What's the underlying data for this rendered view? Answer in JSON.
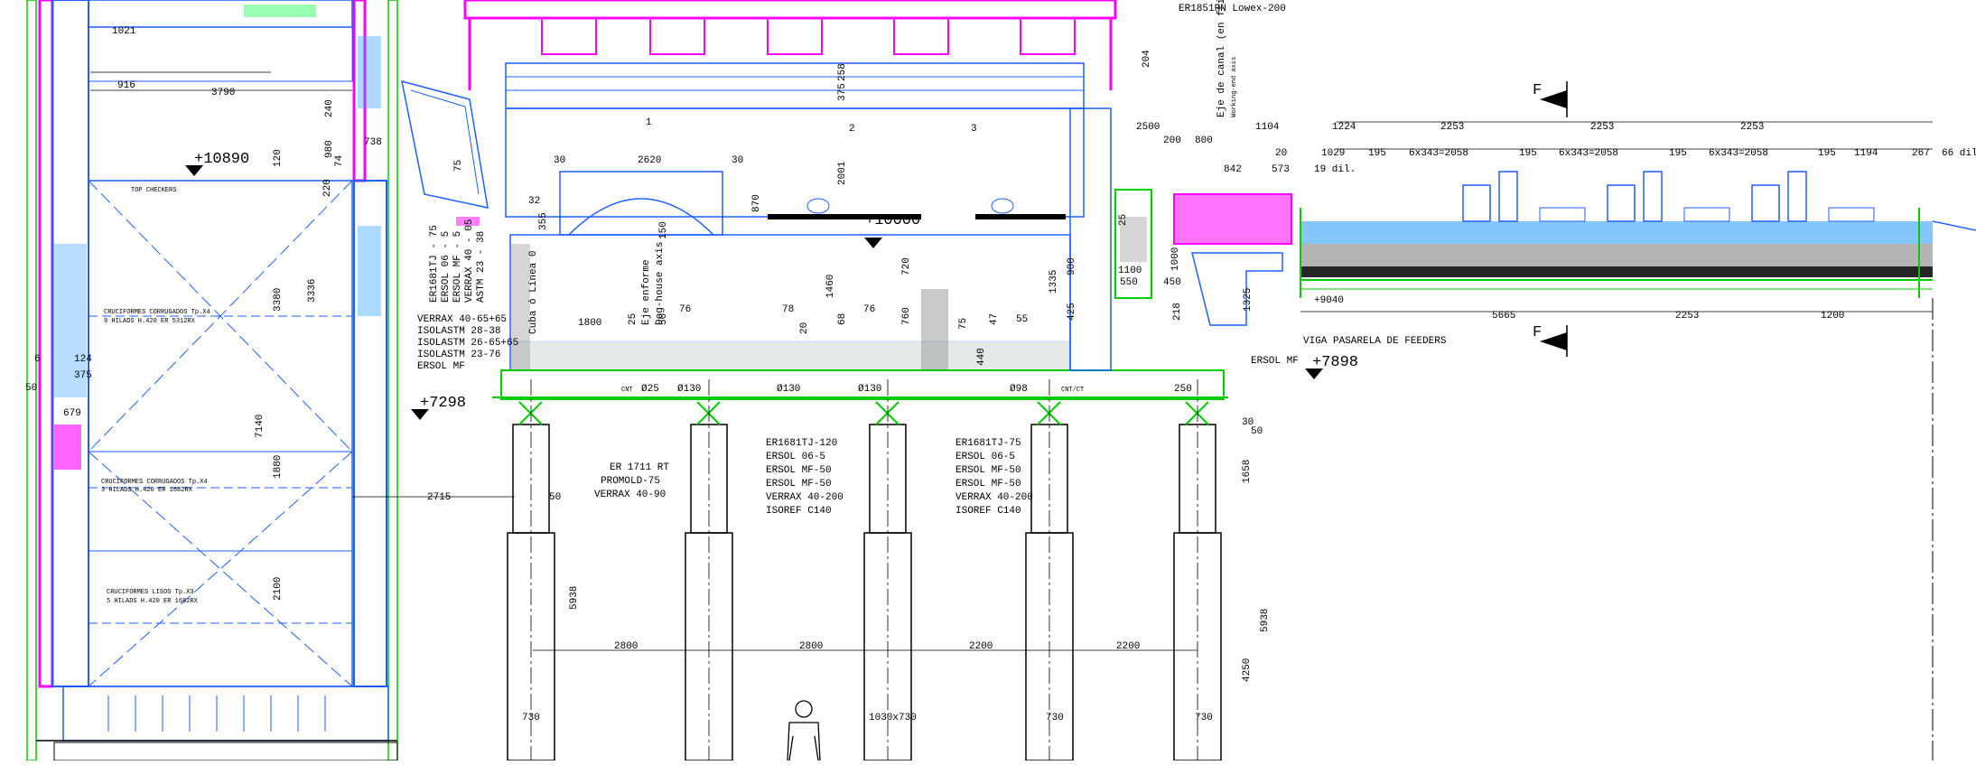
{
  "colors": {
    "structure_blue": "#1f5fff",
    "refractory_magenta": "#ff00ff",
    "support_green": "#00cc00",
    "dimension_black": "#000000",
    "sky_blue_fill": "#33a0ff"
  },
  "title_labels": {
    "top_right_material": "ER1851RN Lowex-200",
    "channel_axis_1": "Eje de canal (en frío)",
    "channel_axis_2": "Working-end axis",
    "section_mark_top": "F",
    "section_mark_bottom": "F",
    "feeder_beam": "VIGA PASARELA DE FEEDERS",
    "ersol_right": "ERSOL MF",
    "ersol_left": "ERSOL MF",
    "dog_house_1": "Eje enforme",
    "dog_house_2": "Dog-house axis",
    "cuba": "Cuba ó Línea 0",
    "top_checkers": "TOP CHECKERS",
    "cross_1_line1": "CRUCIFORMES CORRUGADOS Tp.X4",
    "cross_1_line2": "9 HILADS H.420 ER 5312RX",
    "cross_2_line1": "CRUCIFORMES CORRUGADOS Tp.X4",
    "cross_2_line2": "3 HILADS H.420 ER 1682RX",
    "cross_3_line1": "CRUCIFORMES LISOS Tp.X3",
    "cross_3_line2": "5 HILADS H.420 ER 1682RX",
    "feeder_cnt1": "CNT",
    "feeder_cnt2": "CNT/CT"
  },
  "elevations": {
    "e1": "+10890",
    "e2": "+10000",
    "e3": "+7298",
    "e4": "+7898",
    "e5": "+9040"
  },
  "material_lists": {
    "left_vertical": [
      "ER1681TJ - 75",
      "ERSOL 06 - 5",
      "ERSOL MF - 5",
      "VERRAX 40 - 05",
      "ASTM 23 - 38"
    ],
    "left_stack": [
      "VERRAX 40-65+65",
      "ISOLASTM 28-38",
      "ISOLASTM 26-65+65",
      "ISOLASTM 23-76",
      "ERSOL MF"
    ],
    "center_left": [
      "ER 1711 RT",
      "PROMOLD-75",
      "VERRAX 40-90"
    ],
    "center": [
      "ER1681TJ-120",
      "ERSOL 06-5",
      "ERSOL MF-50",
      "ERSOL MF-50",
      "VERRAX 40-200",
      "ISOREF C140"
    ],
    "center_right": [
      "ER1681TJ-75",
      "ERSOL 06-5",
      "ERSOL MF-50",
      "ERSOL MF-50",
      "VERRAX 40-200",
      "ISOREF C140"
    ]
  },
  "dimensions": {
    "top_1021": "1021",
    "top_916": "916",
    "top_3790": "3790",
    "d240": "240",
    "d980": "980",
    "d120": "120",
    "d74": "74",
    "d738": "738",
    "d220": "220",
    "d3380": "3380",
    "d3336": "3336",
    "d7140": "7140",
    "d1880": "1880",
    "d2100": "2100",
    "d2715": "2715",
    "d50a": "50",
    "d50b": "50",
    "d6": "6",
    "d124": "124",
    "d375": "375",
    "d679": "679",
    "d30a": "30",
    "d30b": "30",
    "d2620": "2620",
    "d375b": "375",
    "d258": "258",
    "d2001": "2001",
    "d870": "870",
    "d1800": "1800",
    "d25": "25",
    "d50c": "50",
    "d150": "150",
    "d76a": "76",
    "d76b": "76",
    "d78": "78",
    "d20": "20",
    "d1460": "1460",
    "d68": "68",
    "d720": "720",
    "d760": "760",
    "d75": "75",
    "d47": "47",
    "d55": "55",
    "d1335": "1335",
    "d900": "900",
    "d425": "425",
    "d1100": "1100",
    "d550": "550",
    "d450": "450",
    "d1000": "1000",
    "d1325": "1325",
    "d218": "218",
    "d440": "440",
    "d204": "204",
    "d2500": "2500",
    "d200": "200",
    "d800": "800",
    "d1104": "1104",
    "d842": "842",
    "d573": "573",
    "d20b": "20",
    "d19dil": "19 dil.",
    "d1224": "1224",
    "d1029": "1029",
    "d195a": "195",
    "d2253a": "2253",
    "d6x343a": "6x343=2058",
    "d195b": "195",
    "d2253b": "2253",
    "d6x343b": "6x343=2058",
    "d195c": "195",
    "d2253c": "2253",
    "d6x343c": "6x343=2058",
    "d195d": "195",
    "d1194": "1194",
    "d267": "267",
    "d66dil": "66 dil.",
    "d5665": "5665",
    "d2253d": "2253",
    "d1200": "1200",
    "d25b": "25",
    "d130a": "Ø130",
    "d130b": "Ø130",
    "d130c": "Ø130",
    "d25c": "Ø25",
    "d98": "Ø98",
    "d250": "250",
    "d1658": "1658",
    "d5938a": "5938",
    "d5938b": "5938",
    "d4250": "4250",
    "d2800a": "2800",
    "d2800b": "2800",
    "d2200a": "2200",
    "d2200b": "2200",
    "d730a": "730",
    "d1030": "1030x730",
    "d730b": "730",
    "d730c": "730",
    "d30c": "30",
    "d50d": "50",
    "d1": "1",
    "d2": "2",
    "d3": "3",
    "d32": "32",
    "d355": "355",
    "d75b": "75"
  }
}
